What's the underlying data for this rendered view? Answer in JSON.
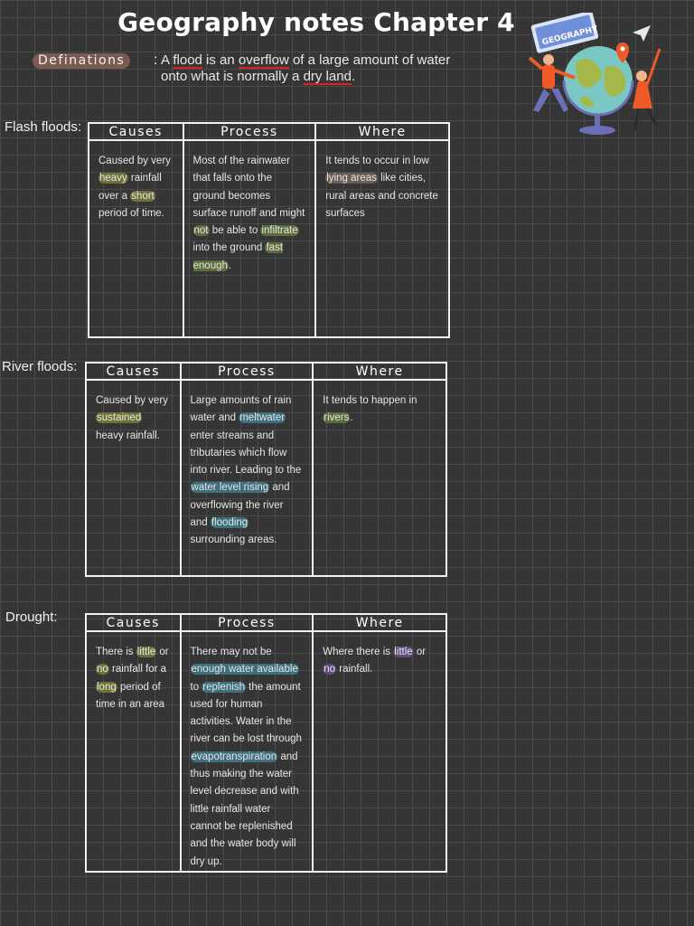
{
  "title": "Geography notes Chapter 4",
  "definition": {
    "label": "Definations",
    "colon": ":",
    "line1_parts": [
      {
        "t": "A ",
        "u": false
      },
      {
        "t": "flood",
        "u": true
      },
      {
        "t": " is an ",
        "u": false
      },
      {
        "t": "overflow",
        "u": true
      },
      {
        "t": " of a large amount of water",
        "u": false
      }
    ],
    "line2_parts": [
      {
        "t": "onto what is normally a ",
        "u": false
      },
      {
        "t": "dry land",
        "u": true
      },
      {
        "t": ".",
        "u": false
      }
    ]
  },
  "headers": {
    "causes": "Causes",
    "process": "Process",
    "where": "Where"
  },
  "sections": [
    {
      "label": "Flash floods:",
      "causes": [
        {
          "t": "Caused by very "
        },
        {
          "t": "heavy",
          "h": "y"
        },
        {
          "t": " rainfall over a "
        },
        {
          "t": "short",
          "h": "y"
        },
        {
          "t": " period of time."
        }
      ],
      "process": [
        {
          "t": "Most of the rainwater that falls onto the ground becomes surface runoff and might "
        },
        {
          "t": "not",
          "h": "g"
        },
        {
          "t": " be able to "
        },
        {
          "t": "infiltrate",
          "h": "g"
        },
        {
          "t": " into the ground "
        },
        {
          "t": "fast enough",
          "h": "g"
        },
        {
          "t": "."
        }
      ],
      "where": [
        {
          "t": "It tends to occur in low "
        },
        {
          "t": "lying areas",
          "h": "r"
        },
        {
          "t": " like cities, rural areas and concrete surfaces"
        }
      ]
    },
    {
      "label": "River floods:",
      "causes": [
        {
          "t": "Caused by very "
        },
        {
          "t": "sustained",
          "h": "y"
        },
        {
          "t": " heavy rainfall."
        }
      ],
      "process": [
        {
          "t": "Large amounts of rain water and "
        },
        {
          "t": "meltwater",
          "h": "b"
        },
        {
          "t": " enter streams and tributaries which flow into river. Leading to the "
        },
        {
          "t": "water level rising",
          "h": "b"
        },
        {
          "t": " and overflowing the river and "
        },
        {
          "t": "flooding",
          "h": "b"
        },
        {
          "t": " surrounding areas."
        }
      ],
      "where": [
        {
          "t": "It tends to happen in "
        },
        {
          "t": "rivers",
          "h": "g"
        },
        {
          "t": "."
        }
      ]
    },
    {
      "label": "Drought:",
      "causes": [
        {
          "t": "There is "
        },
        {
          "t": "little",
          "h": "y"
        },
        {
          "t": " or "
        },
        {
          "t": "no",
          "h": "y"
        },
        {
          "t": " rainfall for a "
        },
        {
          "t": "long",
          "h": "y"
        },
        {
          "t": " period of time in an area"
        }
      ],
      "process": [
        {
          "t": "There may not be "
        },
        {
          "t": "enough water available",
          "h": "b"
        },
        {
          "t": " to "
        },
        {
          "t": "replenish",
          "h": "b"
        },
        {
          "t": " the amount used for human activities. Water in the river can be lost through "
        },
        {
          "t": "evapotranspiration",
          "h": "b"
        },
        {
          "t": " and thus making the water level decrease and with little rainfall water cannot be replenished and the water body will dry up."
        }
      ],
      "where": [
        {
          "t": "Where there is "
        },
        {
          "t": "little",
          "h": "p"
        },
        {
          "t": " or "
        },
        {
          "t": "no",
          "h": "p"
        },
        {
          "t": " rainfall."
        }
      ]
    }
  ],
  "illustration": {
    "icon": "geography-globe-illustration",
    "sign_text": "GEOGRAPHY"
  },
  "colors": {
    "background": "#353535",
    "grid": "#4a4a4a",
    "underline": "#e02020"
  }
}
